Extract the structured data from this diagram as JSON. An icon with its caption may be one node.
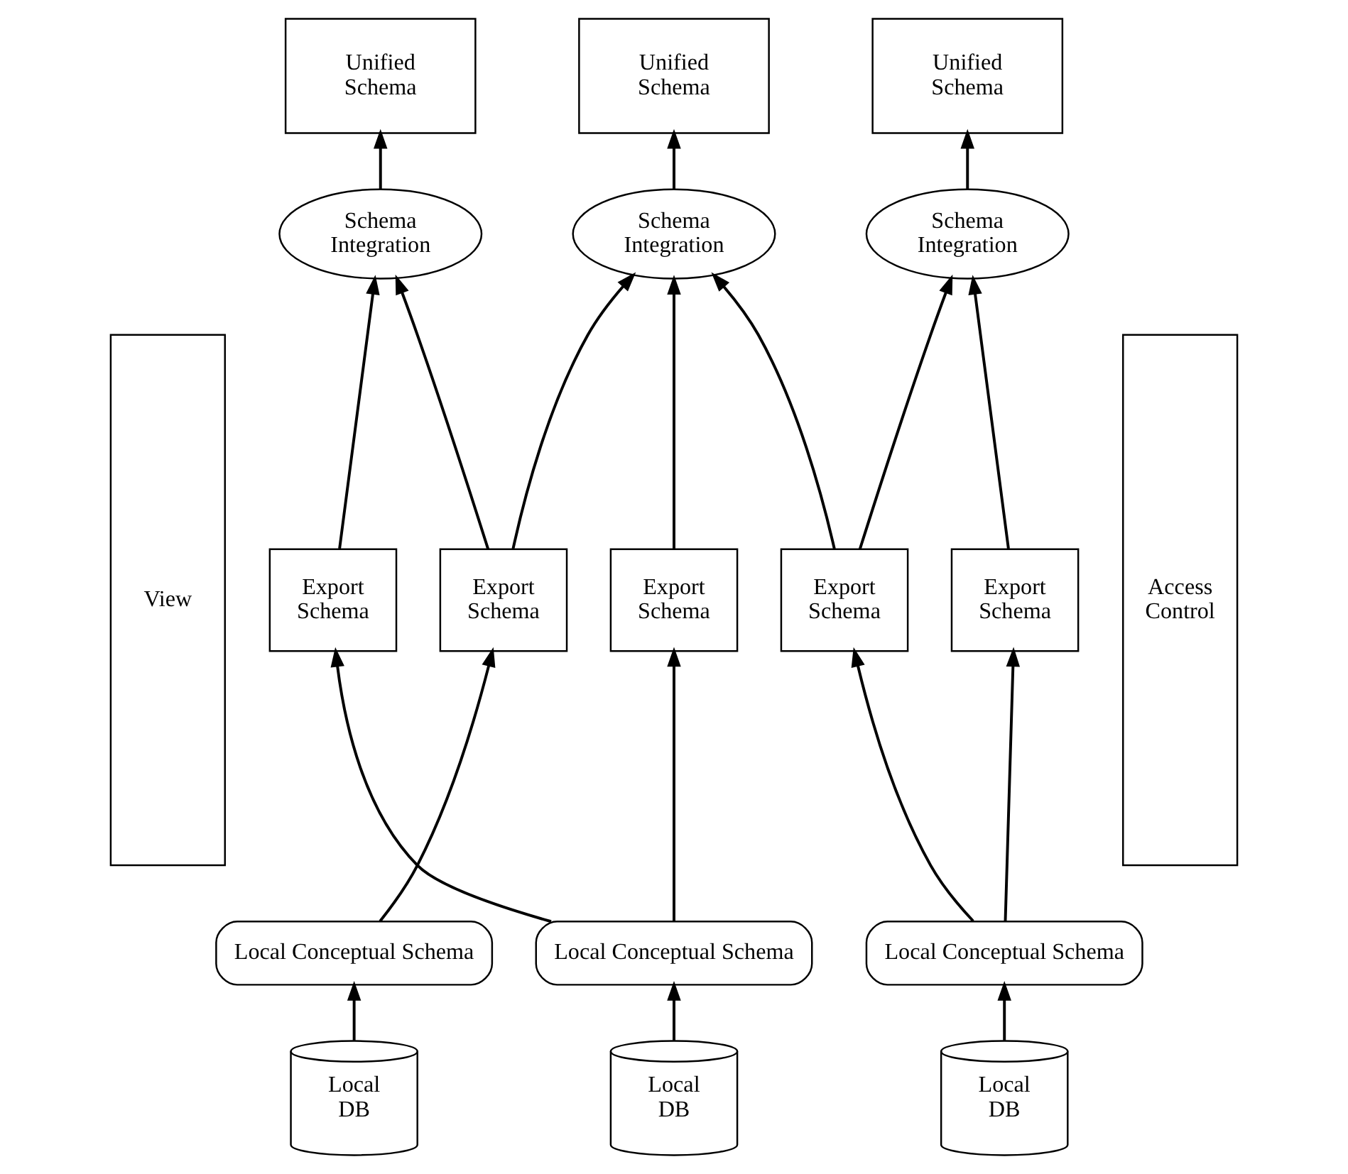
{
  "diagram": {
    "nodes": [
      {
        "text": [
          "View"
        ]
      },
      {
        "text": [
          "Unified Schema"
        ]
      },
      {
        "text": [
          "Unified Schema"
        ]
      },
      {
        "text": [
          "Unified Schema"
        ]
      },
      {
        "text": [
          "Schema Integration"
        ]
      },
      {
        "text": [
          "Schema Integration"
        ]
      },
      {
        "text": [
          "Schema Integration"
        ]
      },
      {
        "text": [
          "Export Schema"
        ]
      },
      {
        "text": [
          "Export Schema"
        ]
      },
      {
        "text": [
          "Export Schema"
        ]
      },
      {
        "text": [
          "Export Schema"
        ]
      },
      {
        "text": [
          "Export Schema"
        ]
      },
      {
        "text": [
          "Local Conceptual Schema"
        ]
      },
      {
        "text": [
          "Local Conceptual Schema"
        ]
      },
      {
        "text": [
          "Local Conceptual Schema"
        ]
      },
      {
        "text": [
          "Local DB"
        ]
      },
      {
        "text": [
          "Local DB"
        ]
      },
      {
        "text": [
          "Local DB"
        ]
      },
      {
        "text": [
          "Access Control"
        ]
      }
    ],
    "edges": [
      {
        "from": 4,
        "to": 1,
        "arrow": "to"
      },
      {
        "from": 5,
        "to": 2,
        "arrow": "to"
      },
      {
        "from": 6,
        "to": 3,
        "arrow": "to"
      },
      {
        "from": 7,
        "to": 4,
        "arrow": "to"
      },
      {
        "from": 8,
        "to": 5,
        "arrow": "to"
      },
      {
        "from": 9,
        "to": 4,
        "arrow": "to"
      },
      {
        "from": 9,
        "to": 5,
        "arrow": "to"
      },
      {
        "from": 10,
        "to": 5,
        "arrow": "to"
      },
      {
        "from": 10,
        "to": 6,
        "arrow": "to"
      },
      {
        "from": 11,
        "to": 6,
        "arrow": "to"
      },
      {
        "from": 12,
        "to": 7,
        "arrow": "to"
      },
      {
        "from": 12,
        "to": 8,
        "arrow": "to"
      },
      {
        "from": 13,
        "to": 9,
        "arrow": "to"
      },
      {
        "from": 14,
        "to": 10,
        "arrow": "to"
      },
      {
        "from": 14,
        "to": 11,
        "arrow": "to"
      },
      {
        "from": 15,
        "to": 12,
        "arrow": "to"
      },
      {
        "from": 16,
        "to": 13,
        "arrow": "to"
      },
      {
        "from": 17,
        "to": 14,
        "arrow": "to"
      }
    ]
  }
}
